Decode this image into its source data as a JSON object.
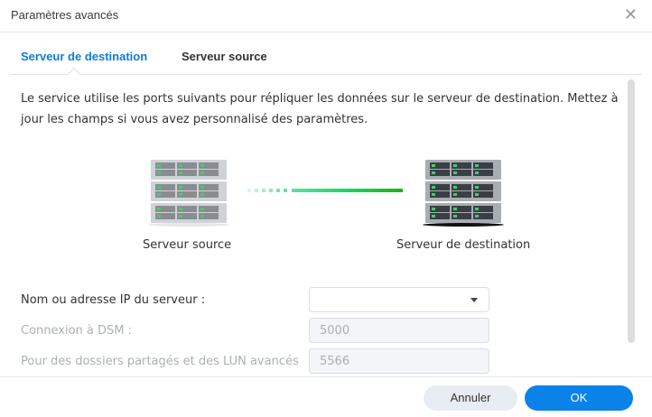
{
  "window": {
    "title": "Paramètres avancés",
    "close_icon": "close-icon"
  },
  "tabs": [
    {
      "label": "Serveur de destination",
      "active": true
    },
    {
      "label": "Serveur source",
      "active": false
    }
  ],
  "description": "Le service utilise les ports suivants pour répliquer les données sur le serveur de destination. Mettez à jour les champs si vous avez personnalisé des paramètres.",
  "diagram": {
    "source_label": "Serveur source",
    "destination_label": "Serveur de destination"
  },
  "form": {
    "server_label": "Nom ou adresse IP du serveur :",
    "server_value": "",
    "dsm_label": "Connexion à DSM :",
    "dsm_value": "5000",
    "lun_label": "Pour des dossiers partagés et des LUN avancés",
    "lun_value": "5566"
  },
  "buttons": {
    "cancel": "Annuler",
    "ok": "OK"
  },
  "colors": {
    "accent": "#0a82ea",
    "link_green": "#1ad66a"
  }
}
